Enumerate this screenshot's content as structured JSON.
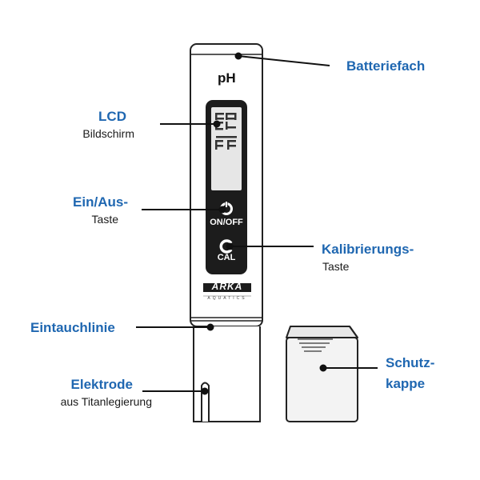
{
  "device": {
    "ph_label": "pH",
    "on_off_label": "ON/OFF",
    "cal_label": "CAL",
    "brand": "ARKA",
    "brand_sub": "AQUATICS"
  },
  "labels": {
    "battery": {
      "title": "Batteriefach"
    },
    "lcd": {
      "title": "LCD",
      "sub": "Bildschirm"
    },
    "onoff": {
      "title": "Ein/Aus-",
      "sub": "Taste"
    },
    "calibration": {
      "title": "Kalibrierungs-",
      "sub": "Taste"
    },
    "immersion": {
      "title": "Eintauchlinie"
    },
    "electrode": {
      "title": "Elektrode",
      "sub": "aus Titanlegierung"
    },
    "cap": {
      "title_line1": "Schutz-",
      "title_line2": "kappe"
    }
  }
}
